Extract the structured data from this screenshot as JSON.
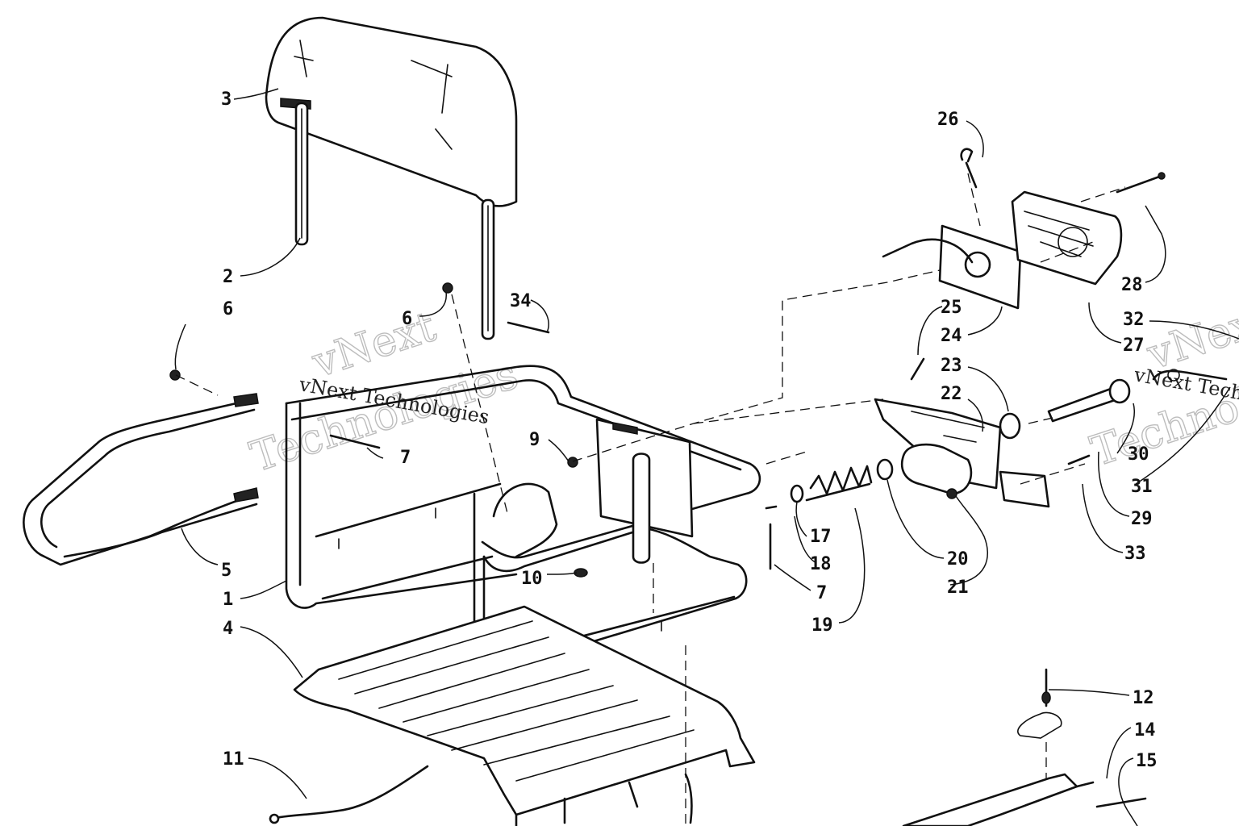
{
  "watermark": {
    "brand": "vNext",
    "name": "Technologies",
    "full": "vNext Technologies"
  },
  "callouts": [
    "1",
    "2",
    "3",
    "4",
    "5",
    "6",
    "7",
    "9",
    "10",
    "11",
    "12",
    "14",
    "15",
    "17",
    "18",
    "19",
    "20",
    "21",
    "22",
    "23",
    "24",
    "25",
    "26",
    "27",
    "28",
    "29",
    "31",
    "32",
    "33",
    "34",
    "30"
  ]
}
